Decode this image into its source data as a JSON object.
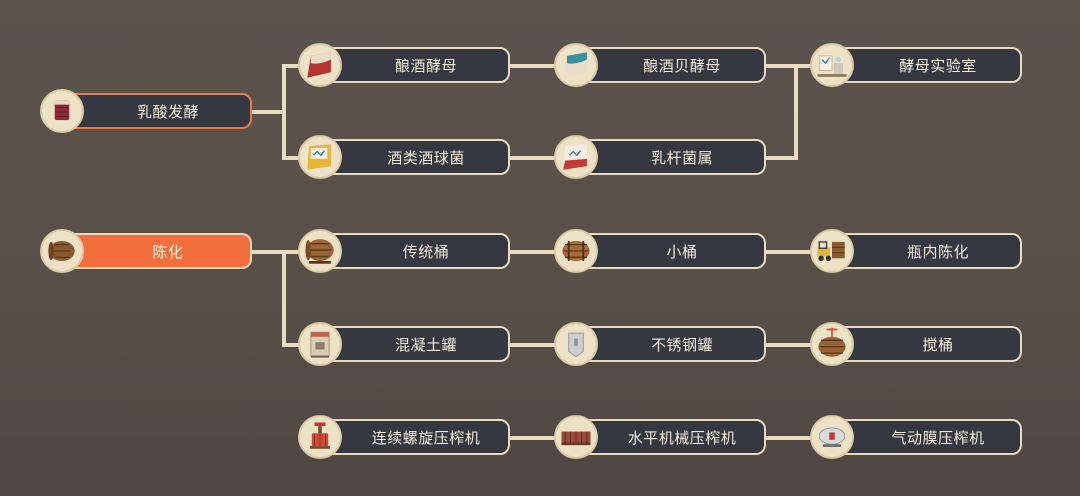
{
  "colors": {
    "background": "#5a524b",
    "connector": "#eadcc0",
    "pill": "#353840",
    "selected": "#f06f3c",
    "owned_border": "#e77a4c"
  },
  "nodes": [
    {
      "id": "lactic",
      "label": "乳酸发酵",
      "icon": "wine-glass-icon",
      "state": "owned"
    },
    {
      "id": "wine_yeast",
      "label": "酿酒酵母",
      "icon": "yeast-packet-red-icon"
    },
    {
      "id": "brewer_yeast",
      "label": "酿酒贝酵母",
      "icon": "yeast-packet-teal-icon"
    },
    {
      "id": "yeast_lab",
      "label": "酵母实验室",
      "icon": "lab-microscope-icon"
    },
    {
      "id": "oenococcus",
      "label": "酒类酒球菌",
      "icon": "bacteria-packet-yellow-icon"
    },
    {
      "id": "lactobacillus",
      "label": "乳杆菌属",
      "icon": "bacteria-packet-red-icon"
    },
    {
      "id": "aging",
      "label": "陈化",
      "icon": "barrel-icon",
      "state": "selected"
    },
    {
      "id": "traditional_barrel",
      "label": "传统桶",
      "icon": "barrel-stand-icon"
    },
    {
      "id": "small_barrel",
      "label": "小桶",
      "icon": "small-barrel-icon"
    },
    {
      "id": "bottle_aging",
      "label": "瓶内陈化",
      "icon": "forklift-icon"
    },
    {
      "id": "concrete_tank",
      "label": "混凝土罐",
      "icon": "concrete-tank-icon"
    },
    {
      "id": "steel_tank",
      "label": "不锈钢罐",
      "icon": "steel-tank-icon"
    },
    {
      "id": "stir_barrel",
      "label": "搅桶",
      "icon": "stirring-barrel-icon"
    },
    {
      "id": "screw_press",
      "label": "连续螺旋压榨机",
      "icon": "screw-press-icon"
    },
    {
      "id": "horizontal_press",
      "label": "水平机械压榨机",
      "icon": "horizontal-press-icon"
    },
    {
      "id": "pneumatic_press",
      "label": "气动膜压榨机",
      "icon": "pneumatic-press-icon"
    }
  ],
  "links": [
    [
      "lactic",
      "wine_yeast"
    ],
    [
      "lactic",
      "oenococcus"
    ],
    [
      "wine_yeast",
      "brewer_yeast"
    ],
    [
      "oenococcus",
      "lactobacillus"
    ],
    [
      "brewer_yeast",
      "yeast_lab"
    ],
    [
      "lactobacillus",
      "yeast_lab"
    ],
    [
      "aging",
      "traditional_barrel"
    ],
    [
      "aging",
      "concrete_tank"
    ],
    [
      "traditional_barrel",
      "small_barrel"
    ],
    [
      "small_barrel",
      "bottle_aging"
    ],
    [
      "concrete_tank",
      "steel_tank"
    ],
    [
      "steel_tank",
      "stir_barrel"
    ],
    [
      "screw_press",
      "horizontal_press"
    ],
    [
      "horizontal_press",
      "pneumatic_press"
    ]
  ]
}
